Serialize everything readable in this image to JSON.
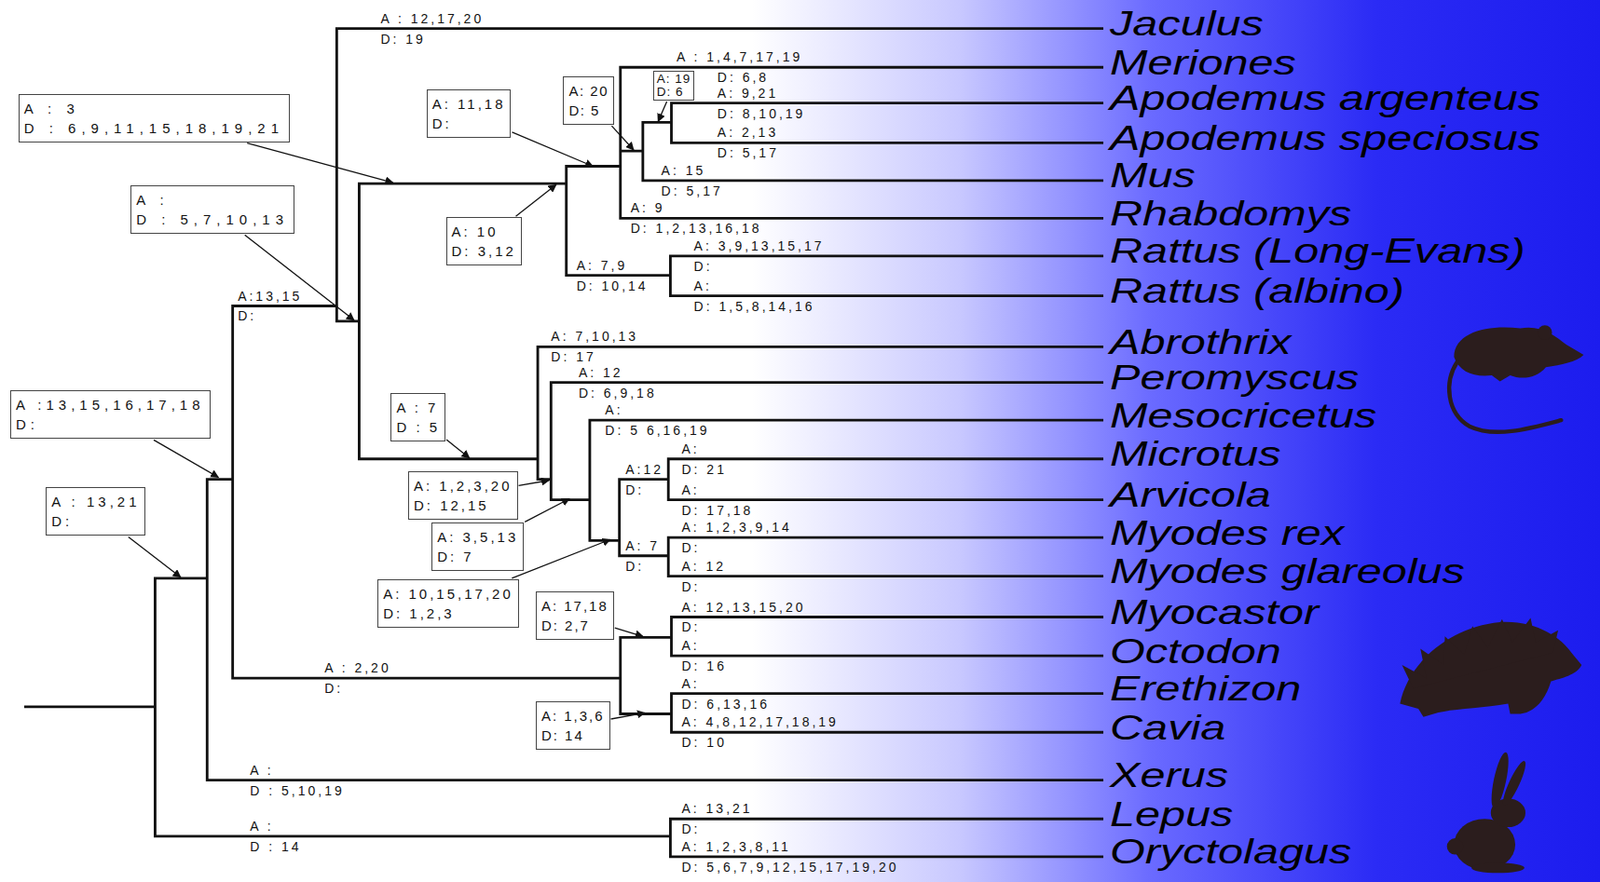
{
  "diagram": {
    "nodes": [
      {
        "text": [
          "A : 3",
          "D : 6,9,11,15,18,19,21"
        ]
      },
      {
        "text": [
          "A: 11,18",
          "D:"
        ]
      },
      {
        "text": [
          "A: 20",
          "D: 5"
        ]
      },
      {
        "text": [
          "A: 19",
          "D: 6"
        ]
      },
      {
        "text": [
          "A :",
          "D : 5,7,10,13"
        ]
      },
      {
        "text": [
          "A: 10",
          "D: 3,12"
        ]
      },
      {
        "text": [
          "A :13,15,16,17,18",
          "D:"
        ]
      },
      {
        "text": [
          "A : 7",
          "D : 5"
        ]
      },
      {
        "text": [
          "A: 1,2,3,20",
          "D: 12,15"
        ]
      },
      {
        "text": [
          "A : 13,21",
          "D:"
        ]
      },
      {
        "text": [
          "A: 3,5,13",
          "D: 7"
        ]
      },
      {
        "text": [
          "A: 10,15,17,20",
          "D: 1,2,3"
        ]
      },
      {
        "text": [
          "A: 17,18",
          "D: 2,7"
        ]
      },
      {
        "text": [
          "A: 1,3,6",
          "D: 14"
        ]
      }
    ],
    "labels": [
      "A : 12,17,20",
      "D: 19",
      "Jaculus",
      "A : 1,4,7,17,19",
      "D: 6,8",
      "Meriones",
      "A: 9,21",
      "D: 8,10,19",
      "Apodemus argenteus",
      "A: 2,13",
      "D: 5,17",
      "Apodemus speciosus",
      "A: 15",
      "D: 5,17",
      "Mus",
      "A: 9",
      "D: 1,2,13,16,18",
      "Rhabdomys",
      "A: 3,9,13,15,17",
      "D:",
      "Rattus (Long-Evans)",
      "A: 7,9",
      "D: 10,14",
      "A:",
      "D: 1,5,8,14,16",
      "Rattus (albino)",
      "A:13,15",
      "D:",
      "A: 7,10,13",
      "D: 17",
      "Abrothrix",
      "A: 12",
      "D: 6,9,18",
      "Peromyscus",
      "A:",
      "D: 5 6,16,19",
      "Mesocricetus",
      "A:",
      "D: 21",
      "Microtus",
      "A:12",
      "D:",
      "A:",
      "D: 17,18",
      "Arvicola",
      "A: 1,2,3,9,14",
      "D:",
      "Myodes rex",
      "A: 7",
      "D:",
      "A: 12",
      "D:",
      "Myodes glareolus",
      "A: 12,13,15,20",
      "D:",
      "Myocastor",
      "A:",
      "D: 16",
      "Octodon",
      "A : 2,20",
      "D:",
      "A:",
      "D: 6,13,16",
      "Erethizon",
      "A: 4,8,12,17,18,19",
      "D: 10",
      "Cavia",
      "A :",
      "D : 5,10,19",
      "Xerus",
      "A: 13,21",
      "D:",
      "Lepus",
      "A :",
      "D : 14",
      "A: 1,2,3,8,11",
      "D: 5,6,7,9,12,15,17,19,20",
      "Oryctolagus"
    ]
  }
}
